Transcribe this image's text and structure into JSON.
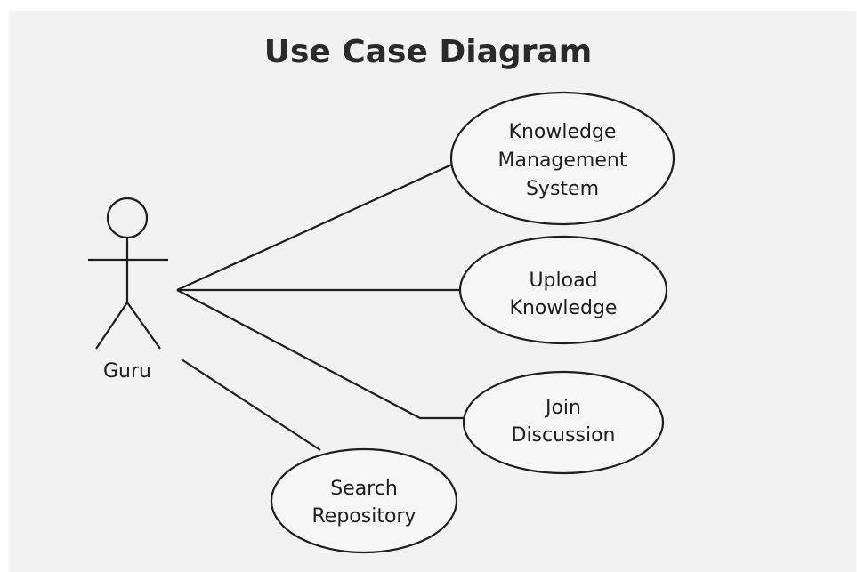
{
  "diagram": {
    "title": "Use Case Diagram",
    "actor": {
      "name": "Guru"
    },
    "use_cases": [
      {
        "id": "knowledge-management-system",
        "lines": [
          "Knowledge",
          "Management",
          "System"
        ]
      },
      {
        "id": "upload-knowledge",
        "lines": [
          "Upload",
          "Knowledge"
        ]
      },
      {
        "id": "join-discussion",
        "lines": [
          "Join",
          "Discussion"
        ]
      },
      {
        "id": "search-repository",
        "lines": [
          "Search",
          "Repository"
        ]
      }
    ],
    "associations": [
      {
        "from": "Guru",
        "to": "knowledge-management-system"
      },
      {
        "from": "Guru",
        "to": "upload-knowledge"
      },
      {
        "from": "Guru",
        "to": "join-discussion"
      },
      {
        "from": "Guru",
        "to": "search-repository"
      }
    ]
  }
}
